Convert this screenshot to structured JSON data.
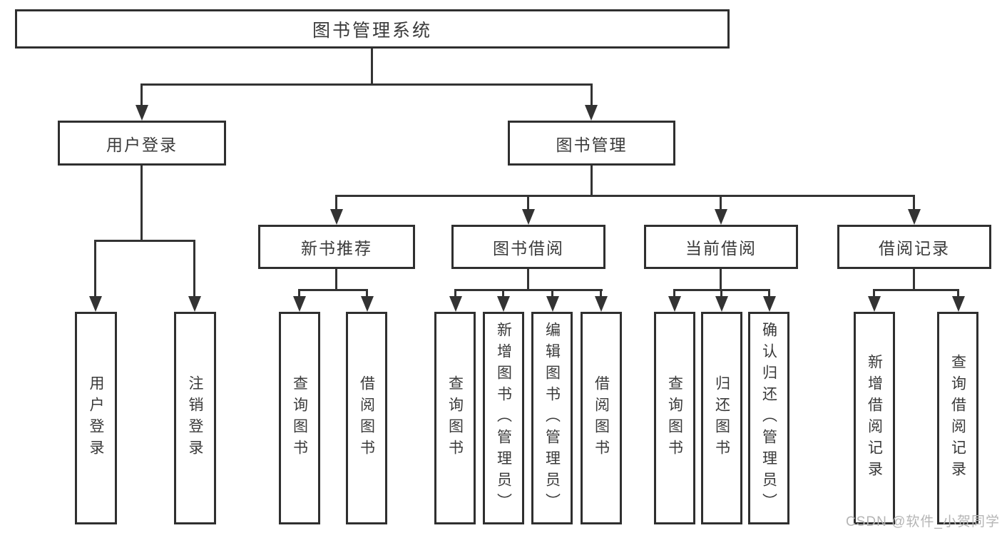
{
  "diagram": {
    "root": {
      "label": "图书管理系统"
    },
    "branches": {
      "user": {
        "label": "用户登录",
        "children": [
          {
            "label": "用户登录"
          },
          {
            "label": "注销登录"
          }
        ]
      },
      "books": {
        "label": "图书管理",
        "sections": [
          {
            "label": "新书推荐",
            "children": [
              {
                "label": "查询图书"
              },
              {
                "label": "借阅图书"
              }
            ]
          },
          {
            "label": "图书借阅",
            "children": [
              {
                "label": "查询图书"
              },
              {
                "label": "新增图书（管理员）"
              },
              {
                "label": "编辑图书（管理员）"
              },
              {
                "label": "借阅图书"
              }
            ]
          },
          {
            "label": "当前借阅",
            "children": [
              {
                "label": "查询图书"
              },
              {
                "label": "归还图书"
              },
              {
                "label": "确认归还（管理员）"
              }
            ]
          },
          {
            "label": "借阅记录",
            "children": [
              {
                "label": "新增借阅记录"
              },
              {
                "label": "查询借阅记录"
              }
            ]
          }
        ]
      }
    },
    "watermark": "CSDN @软件_小贺同学",
    "colors": {
      "line": "#333333",
      "border": "#2f2f2f",
      "text": "#3a3a3a",
      "watermark": "#b5b5b5"
    }
  }
}
